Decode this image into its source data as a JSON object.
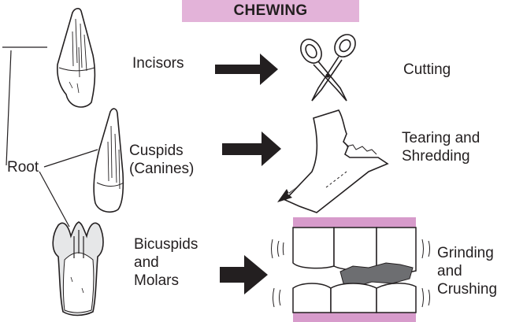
{
  "title": "CHEWING",
  "colors": {
    "title_fill": "#e3b3d9",
    "gum": "#d79bcb",
    "ink": "#231f20",
    "food": "#6d6e71",
    "crown_grey": "#e6e7e8"
  },
  "labels": {
    "root": "Root",
    "incisors": "Incisors",
    "cuspids_line1": "Cuspids",
    "cuspids_line2": "(Canines)",
    "bicuspids_line1": "Bicuspids",
    "bicuspids_line2": "and",
    "bicuspids_line3": "Molars"
  },
  "functions": {
    "cutting": "Cutting",
    "tearing_line1": "Tearing and",
    "tearing_line2": "Shredding",
    "grinding_line1": "Grinding",
    "grinding_line2": "and",
    "grinding_line3": "Crushing"
  },
  "icons": [
    "incisor-tooth-icon",
    "canine-tooth-icon",
    "molar-tooth-icon",
    "scissors-icon",
    "torn-paper-icon",
    "teeth-grinding-icon"
  ]
}
